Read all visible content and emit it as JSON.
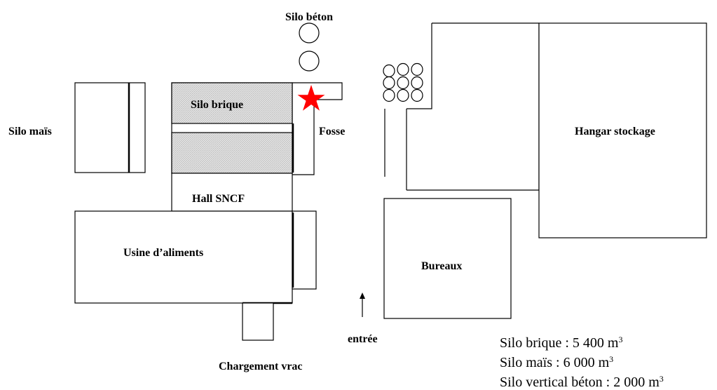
{
  "labels": {
    "silo_beton": "Silo béton",
    "silo_brique": "Silo brique",
    "silo_mais": "Silo maïs",
    "fosse": "Fosse",
    "hangar": "Hangar stockage",
    "hall": "Hall SNCF",
    "usine": "Usine d’aliments",
    "bureaux": "Bureaux",
    "entree": "entrée",
    "chargement": "Chargement vrac"
  },
  "legend": [
    {
      "text": "Silo brique : 5 400 m",
      "sup": "3"
    },
    {
      "text": "Silo maïs : 6 000 m",
      "sup": "3"
    },
    {
      "text": "Silo vertical béton : 2 000 m",
      "sup": "3"
    }
  ],
  "colors": {
    "hatch_fill": "#d8d8d8",
    "star": "#ff0000"
  },
  "icons": {
    "accident": "star-icon",
    "entrance": "arrow-up-icon"
  }
}
